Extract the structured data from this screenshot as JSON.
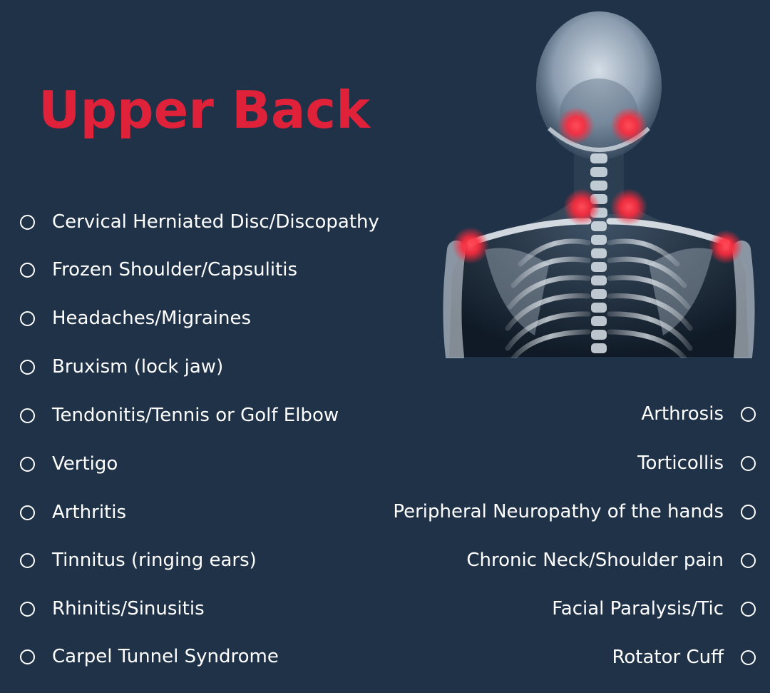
{
  "title": "Upper Back",
  "colors": {
    "background": "#1f3248",
    "title": "#e0213a",
    "text": "#ffffff",
    "pain_marker": "#ff2a3c"
  },
  "left_conditions": [
    "Cervical Herniated Disc/Discopathy",
    "Frozen Shoulder/Capsulitis",
    "Headaches/Migraines",
    "Bruxism (lock jaw)",
    "Tendonitis/Tennis or Golf Elbow",
    "Vertigo",
    "Arthritis",
    "Tinnitus (ringing ears)",
    "Rhinitis/Sinusitis",
    "Carpel Tunnel Syndrome"
  ],
  "right_conditions": [
    "Arthrosis",
    "Torticollis",
    "Peripheral Neuropathy of the hands",
    "Chronic Neck/Shoulder pain",
    "Facial Paralysis/Tic",
    "Rotator Cuff"
  ],
  "image": {
    "icon": "skeleton-xray-icon"
  }
}
